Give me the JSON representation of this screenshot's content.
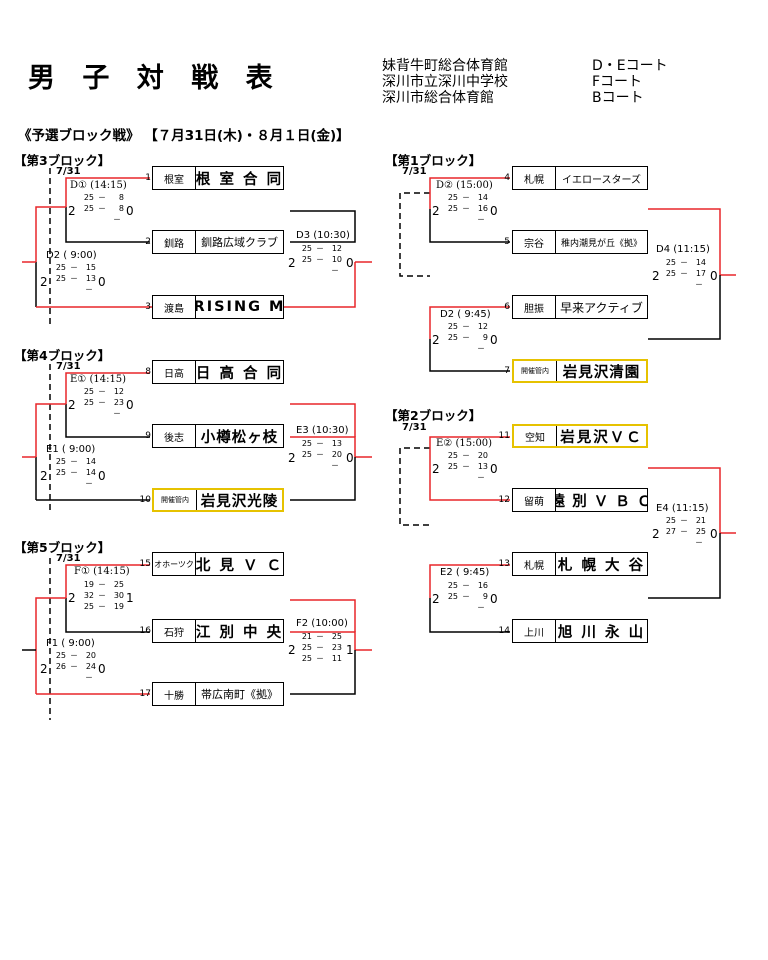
{
  "title": "男 子 対 戦 表",
  "venues": [
    {
      "name": "妹背牛町総合体育館",
      "court": "D・Eコート"
    },
    {
      "name": "深川市立深川中学校",
      "court": "Fコート"
    },
    {
      "name": "深川市総合体育館",
      "court": "Bコート"
    }
  ],
  "round_title": "《予選ブロック戦》 【７月31日(木)・８月１日(金)】",
  "blocks": {
    "b3": {
      "header": "【第3ブロック】",
      "date": "7/31",
      "teams": [
        {
          "seed": "1",
          "region": "根室",
          "name": "根 室 合 同"
        },
        {
          "seed": "2",
          "region": "釧路",
          "name": "釧路広域クラブ"
        },
        {
          "seed": "3",
          "region": "渡島",
          "name": "RISING M"
        }
      ],
      "matches": {
        "m1": {
          "label": "D① (14:15)",
          "sets": [
            [
              "25",
              "8"
            ],
            [
              "25",
              "8"
            ]
          ],
          "dash": "－",
          "left": "2",
          "right": "0"
        },
        "m2": {
          "label": "D2 ( 9:00)",
          "sets": [
            [
              "25",
              "15"
            ],
            [
              "25",
              "13"
            ]
          ],
          "dash": "－",
          "left": "2",
          "right": "0"
        },
        "m3": {
          "label": "D3 (10:30)",
          "sets": [
            [
              "25",
              "12"
            ],
            [
              "25",
              "10"
            ]
          ],
          "dash": "－",
          "left": "2",
          "right": "0"
        }
      }
    },
    "b4": {
      "header": "【第4ブロック】",
      "date": "7/31",
      "teams": [
        {
          "seed": "8",
          "region": "日高",
          "name": "日 高 合 同"
        },
        {
          "seed": "9",
          "region": "後志",
          "name": "小樽松ヶ枝"
        },
        {
          "seed": "10",
          "region": "開催管内",
          "name": "岩見沢光陵"
        }
      ],
      "matches": {
        "m1": {
          "label": "E① (14:15)",
          "sets": [
            [
              "25",
              "12"
            ],
            [
              "25",
              "23"
            ]
          ],
          "dash": "－",
          "left": "2",
          "right": "0"
        },
        "m2": {
          "label": "E1 ( 9:00)",
          "sets": [
            [
              "25",
              "14"
            ],
            [
              "25",
              "14"
            ]
          ],
          "dash": "－",
          "left": "2",
          "right": "0"
        },
        "m3": {
          "label": "E3 (10:30)",
          "sets": [
            [
              "25",
              "13"
            ],
            [
              "25",
              "20"
            ]
          ],
          "dash": "－",
          "left": "2",
          "right": "0"
        }
      }
    },
    "b5": {
      "header": "【第5ブロック】",
      "date": "7/31",
      "teams": [
        {
          "seed": "15",
          "region": "オホーツク",
          "name": "北 見 Ｖ Ｃ"
        },
        {
          "seed": "16",
          "region": "石狩",
          "name": "江 別 中 央"
        },
        {
          "seed": "17",
          "region": "十勝",
          "name": "帯広南町《拠》"
        }
      ],
      "matches": {
        "m1": {
          "label": "F① (14:15)",
          "sets": [
            [
              "19",
              "25"
            ],
            [
              "32",
              "30"
            ],
            [
              "25",
              "19"
            ]
          ],
          "left": "2",
          "right": "1"
        },
        "m2": {
          "label": "F1 ( 9:00)",
          "sets": [
            [
              "25",
              "20"
            ],
            [
              "26",
              "24"
            ]
          ],
          "dash": "－",
          "left": "2",
          "right": "0"
        },
        "m3": {
          "label": "F2 (10:00)",
          "sets": [
            [
              "21",
              "25"
            ],
            [
              "25",
              "23"
            ],
            [
              "25",
              "11"
            ]
          ],
          "left": "2",
          "right": "1"
        }
      }
    },
    "b1": {
      "header": "【第1ブロック】",
      "date": "7/31",
      "teams": [
        {
          "seed": "4",
          "region": "札幌",
          "name": "イエロースターズ"
        },
        {
          "seed": "5",
          "region": "宗谷",
          "name": "稚内潮見が丘《拠》"
        },
        {
          "seed": "6",
          "region": "胆振",
          "name": "早来アクティブ"
        },
        {
          "seed": "7",
          "region": "開催管内",
          "name": "岩見沢清園"
        }
      ],
      "matches": {
        "m1": {
          "label": "D② (15:00)",
          "sets": [
            [
              "25",
              "14"
            ],
            [
              "25",
              "16"
            ]
          ],
          "dash": "－",
          "left": "2",
          "right": "0"
        },
        "m2": {
          "label": "D2 ( 9:45)",
          "sets": [
            [
              "25",
              "12"
            ],
            [
              "25",
              "9"
            ]
          ],
          "dash": "－",
          "left": "2",
          "right": "0"
        },
        "m3": {
          "label": "D4 (11:15)",
          "sets": [
            [
              "25",
              "14"
            ],
            [
              "25",
              "17"
            ]
          ],
          "dash": "－",
          "left": "2",
          "right": "0"
        }
      }
    },
    "b2": {
      "header": "【第2ブロック】",
      "date": "7/31",
      "teams": [
        {
          "seed": "11",
          "region": "空知",
          "name": "岩見沢ＶＣ"
        },
        {
          "seed": "12",
          "region": "留萌",
          "name": "遠 別 Ｖ Ｂ Ｃ"
        },
        {
          "seed": "13",
          "region": "札幌",
          "name": "札 幌 大 谷"
        },
        {
          "seed": "14",
          "region": "上川",
          "name": "旭 川 永 山"
        }
      ],
      "matches": {
        "m1": {
          "label": "E② (15:00)",
          "sets": [
            [
              "25",
              "20"
            ],
            [
              "25",
              "13"
            ]
          ],
          "dash": "－",
          "left": "2",
          "right": "0"
        },
        "m2": {
          "label": "E2 ( 9:45)",
          "sets": [
            [
              "25",
              "16"
            ],
            [
              "25",
              "9"
            ]
          ],
          "dash": "－",
          "left": "2",
          "right": "0"
        },
        "m3": {
          "label": "E4 (11:15)",
          "sets": [
            [
              "25",
              "21"
            ],
            [
              "27",
              "25"
            ]
          ],
          "dash": "－",
          "left": "2",
          "right": "0"
        }
      }
    }
  },
  "colors": {
    "winner_line": "#e8262a",
    "loser_line": "#000000",
    "host_border": "#e6c200"
  }
}
